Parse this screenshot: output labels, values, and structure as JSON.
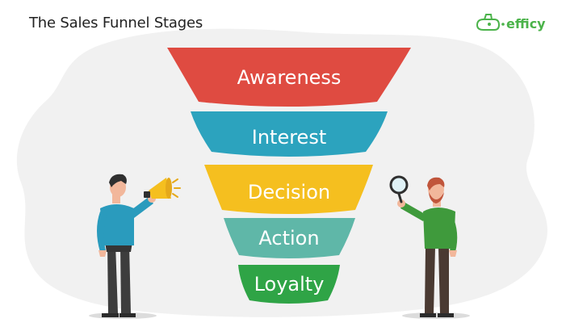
{
  "header": {
    "title": "The Sales Funnel Stages",
    "brand_name": "efficy"
  },
  "colors": {
    "brand": "#4bb34a",
    "title_text": "#222222",
    "blob": "#f1f1f1",
    "awareness": "#df4b41",
    "interest": "#2ca3be",
    "decision": "#f5bf1f",
    "action": "#5fb7a8",
    "loyalty": "#2fa446"
  },
  "funnel": {
    "stages": [
      {
        "label": "Awareness",
        "color": "#df4b41"
      },
      {
        "label": "Interest",
        "color": "#2ca3be"
      },
      {
        "label": "Decision",
        "color": "#f5bf1f"
      },
      {
        "label": "Action",
        "color": "#5fb7a8"
      },
      {
        "label": "Loyalty",
        "color": "#2fa446"
      }
    ]
  },
  "figures": {
    "left": {
      "icon": "megaphone-icon",
      "shirt_color": "#2a9bbd"
    },
    "right": {
      "icon": "magnifying-glass-icon",
      "shirt_color": "#3f9a3c"
    }
  }
}
